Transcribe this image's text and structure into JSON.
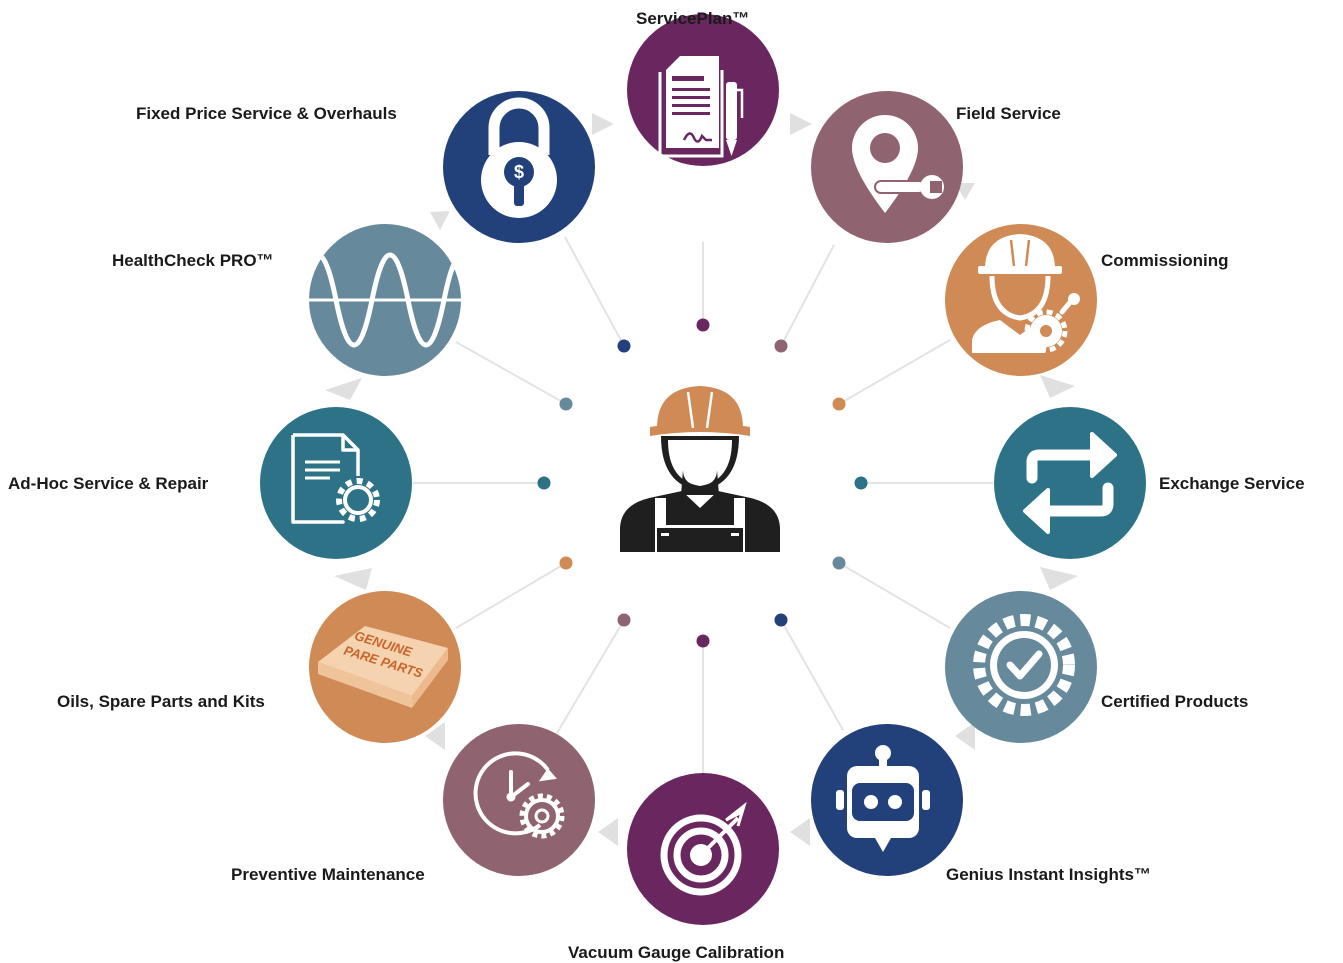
{
  "diagram": {
    "center_icon": "technician-icon",
    "colors": {
      "navy": "#22407a",
      "plum": "#6a275f",
      "mauve": "#8f6470",
      "copper": "#cf8a55",
      "teal": "#2e7287",
      "slate": "#668a9c",
      "connector": "#e3e3e3",
      "arrow": "#e0e0e0",
      "label": "#1a1a1a"
    },
    "services": [
      {
        "label": "ServicePlan™",
        "icon": "contract-pen-icon",
        "color": "plum"
      },
      {
        "label": "Field Service",
        "icon": "map-pin-wrench-icon",
        "color": "mauve"
      },
      {
        "label": "Commissioning",
        "icon": "hardhat-worker-gear-icon",
        "color": "copper"
      },
      {
        "label": "Exchange Service",
        "icon": "exchange-arrows-icon",
        "color": "teal"
      },
      {
        "label": "Certified Products",
        "icon": "certified-badge-icon",
        "color": "slate"
      },
      {
        "label": "Genius Instant Insights™",
        "icon": "robot-icon",
        "color": "navy"
      },
      {
        "label": "Vacuum Gauge Calibration",
        "icon": "target-icon",
        "color": "plum"
      },
      {
        "label": "Preventive Maintenance",
        "icon": "clock-gear-icon",
        "color": "mauve"
      },
      {
        "label": "Oils, Spare Parts and Kits",
        "icon": "parts-box-icon",
        "color": "copper",
        "box_text": [
          "GENUINE",
          "PARE PARTS"
        ]
      },
      {
        "label": "Ad-Hoc Service & Repair",
        "icon": "document-gear-icon",
        "color": "teal"
      },
      {
        "label": "HealthCheck PRO™",
        "icon": "sine-wave-icon",
        "color": "slate"
      },
      {
        "label": "Fixed Price Service & Overhauls",
        "icon": "padlock-dollar-icon",
        "color": "navy"
      }
    ]
  }
}
